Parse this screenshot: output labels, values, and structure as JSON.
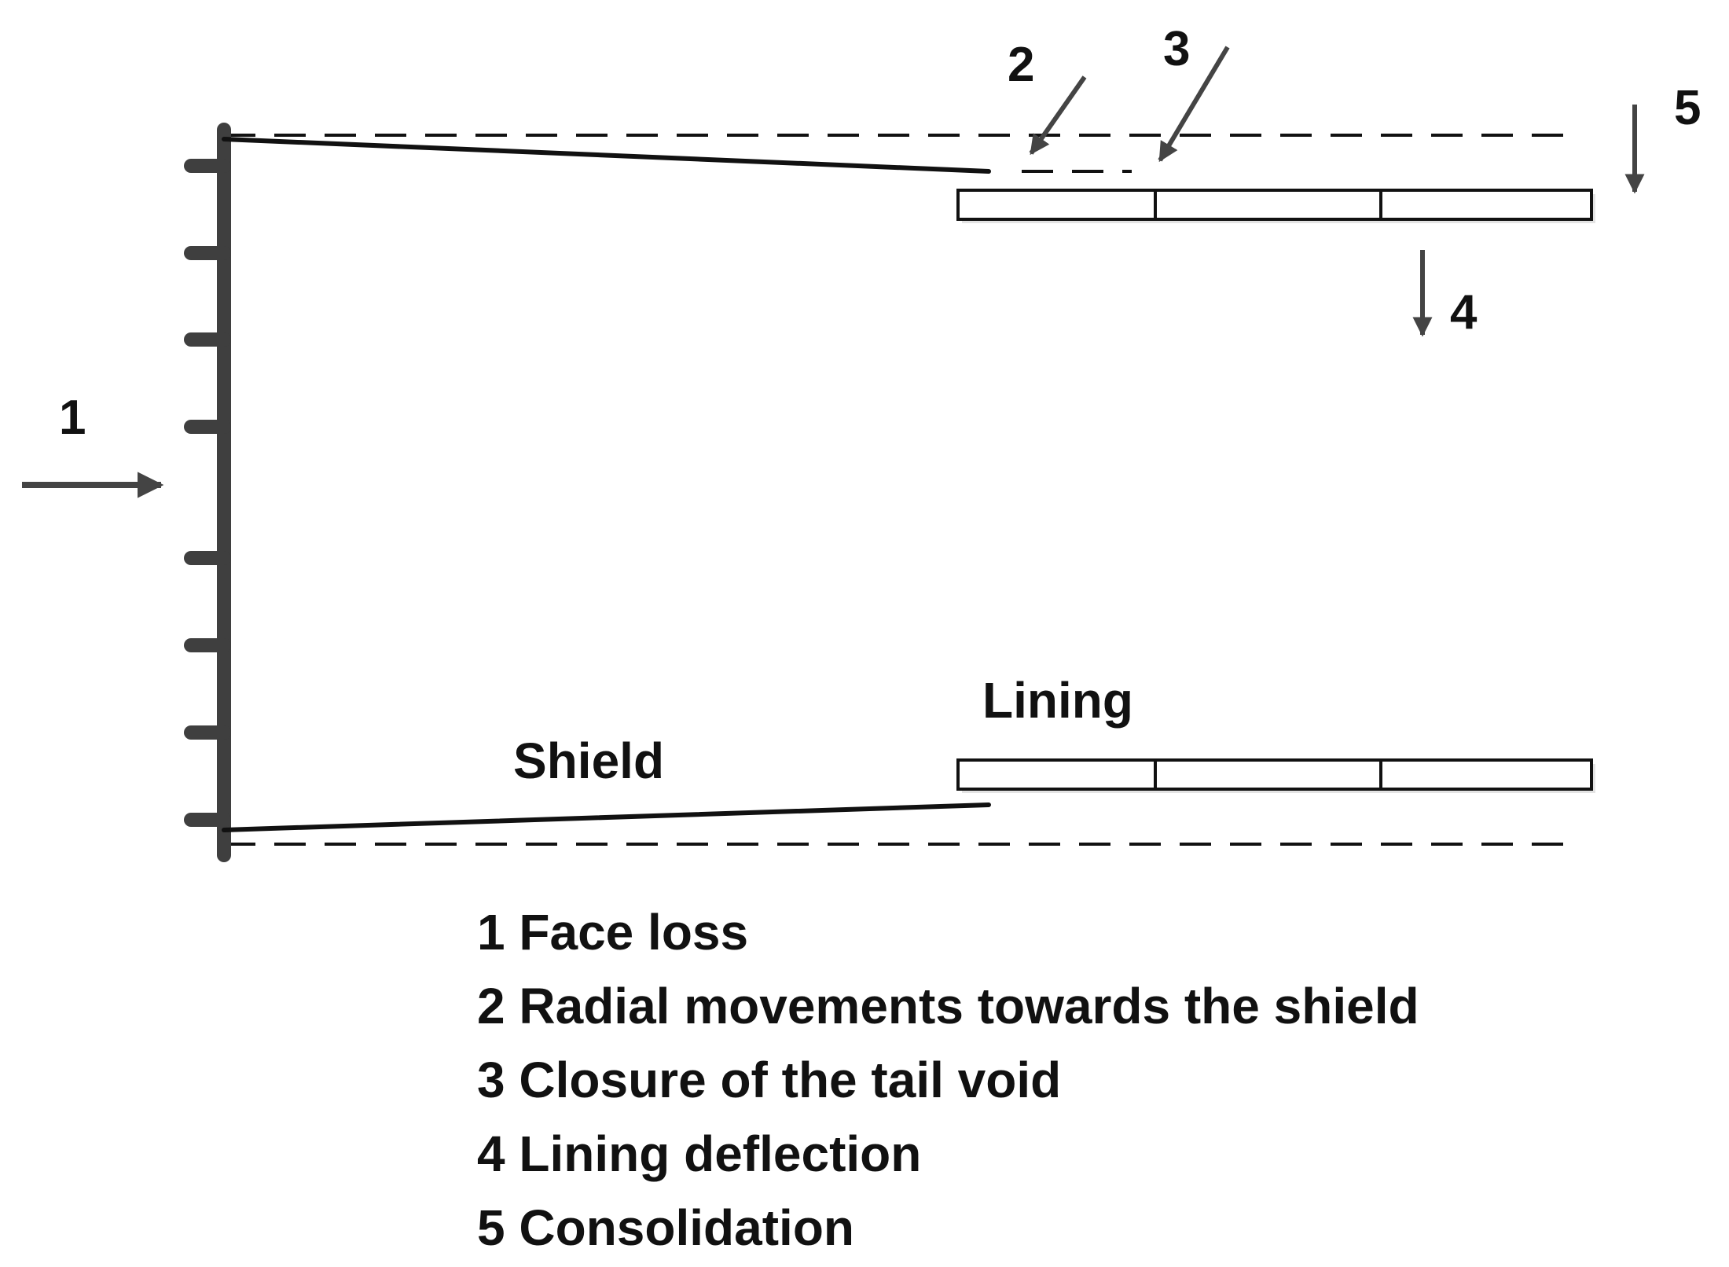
{
  "labels": {
    "shield": "Shield",
    "lining": "Lining",
    "n1": "1",
    "n2": "2",
    "n3": "3",
    "n4": "4",
    "n5": "5"
  },
  "legend": [
    "1 Face loss",
    "2 Radial movements towards the shield",
    "3 Closure of the tail void",
    "4 Lining deflection",
    "5 Consolidation"
  ],
  "colors": {
    "face_wall": "#3f3f3f",
    "arrow": "#444444",
    "line": "#111111"
  }
}
